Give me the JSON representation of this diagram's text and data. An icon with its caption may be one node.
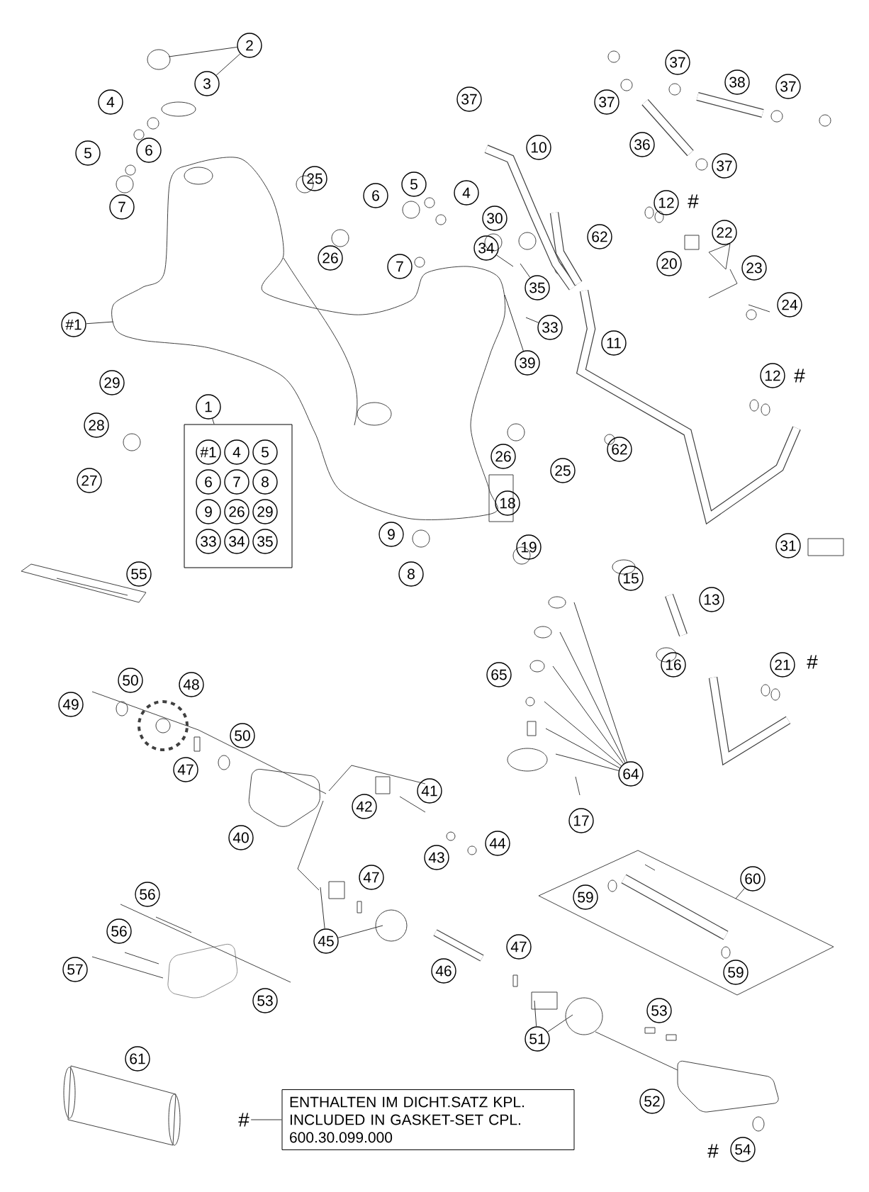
{
  "diagram": {
    "nodes": [
      {
        "text": [
          "2"
        ]
      },
      {
        "text": [
          "#1"
        ]
      },
      {
        "text": [
          "1"
        ]
      },
      {
        "text": [
          "#1",
          "4",
          "5",
          "6",
          "7",
          "8",
          "9",
          "26",
          "29",
          "33",
          "34",
          "35"
        ]
      },
      {
        "text": [
          "34"
        ]
      },
      {
        "text": [
          "35"
        ]
      },
      {
        "text": [
          "33"
        ]
      },
      {
        "text": [
          "39"
        ]
      },
      {
        "text": [
          "64"
        ]
      },
      {
        "text": [
          "45"
        ]
      },
      {
        "text": [
          "51"
        ]
      },
      {
        "text": [
          "60"
        ]
      },
      {
        "text": [],
        "shape": "box"
      },
      {
        "text": [
          "#"
        ]
      },
      {
        "text": [
          "ENTHALTEN IM DICHT.SATZ KPL. INCLUDED IN GASKET-SET CPL. 600.30.099.000"
        ]
      },
      {
        "text": [
          "3"
        ]
      },
      {
        "text": [
          "4"
        ]
      },
      {
        "text": [
          "5"
        ]
      },
      {
        "text": [
          "6"
        ]
      },
      {
        "text": [
          "7"
        ]
      },
      {
        "text": [
          "37"
        ]
      },
      {
        "text": [
          "10"
        ]
      },
      {
        "text": [
          "37"
        ]
      },
      {
        "text": [
          "37"
        ]
      },
      {
        "text": [
          "38"
        ]
      },
      {
        "text": [
          "37"
        ]
      },
      {
        "text": [
          "36"
        ]
      },
      {
        "text": [
          "37"
        ]
      },
      {
        "text": [
          "25"
        ]
      },
      {
        "text": [
          "6"
        ]
      },
      {
        "text": [
          "5"
        ]
      },
      {
        "text": [
          "4"
        ]
      },
      {
        "text": [
          "30"
        ]
      },
      {
        "text": [
          "26"
        ]
      },
      {
        "text": [
          "7"
        ]
      },
      {
        "text": [
          "12"
        ],
        "beside": [
          "#"
        ]
      },
      {
        "text": [
          "22"
        ]
      },
      {
        "text": [
          "20"
        ]
      },
      {
        "text": [
          "23"
        ]
      },
      {
        "text": [
          "62"
        ]
      },
      {
        "text": [
          "24"
        ]
      },
      {
        "text": [
          "29"
        ]
      },
      {
        "text": [
          "11"
        ]
      },
      {
        "text": [
          "12"
        ],
        "beside": [
          "#"
        ]
      },
      {
        "text": [
          "28"
        ]
      },
      {
        "text": [
          "27"
        ]
      },
      {
        "text": [
          "26"
        ]
      },
      {
        "text": [
          "25"
        ]
      },
      {
        "text": [
          "62"
        ]
      },
      {
        "text": [
          "18"
        ]
      },
      {
        "text": [
          "9"
        ]
      },
      {
        "text": [
          "8"
        ]
      },
      {
        "text": [
          "19"
        ]
      },
      {
        "text": [
          "31"
        ]
      },
      {
        "text": [
          "55"
        ]
      },
      {
        "text": [
          "15"
        ]
      },
      {
        "text": [
          "13"
        ]
      },
      {
        "text": [
          "16"
        ]
      },
      {
        "text": [
          "65"
        ]
      },
      {
        "text": [
          "21"
        ],
        "beside": [
          "#"
        ]
      },
      {
        "text": [
          "49"
        ]
      },
      {
        "text": [
          "50"
        ]
      },
      {
        "text": [
          "48"
        ]
      },
      {
        "text": [
          "50"
        ]
      },
      {
        "text": [
          "47"
        ]
      },
      {
        "text": [
          "41"
        ]
      },
      {
        "text": [
          "42"
        ]
      },
      {
        "text": [
          "43"
        ]
      },
      {
        "text": [
          "44"
        ]
      },
      {
        "text": [
          "40"
        ]
      },
      {
        "text": [
          "17"
        ]
      },
      {
        "text": [
          "47"
        ]
      },
      {
        "text": [
          "46"
        ]
      },
      {
        "text": [
          "59"
        ],
        "in": 12
      },
      {
        "text": [
          "59"
        ],
        "in": 12
      },
      {
        "text": [
          "56"
        ]
      },
      {
        "text": [
          "56"
        ]
      },
      {
        "text": [
          "57"
        ]
      },
      {
        "text": [
          "53"
        ]
      },
      {
        "text": [
          "47"
        ]
      },
      {
        "text": [
          "53"
        ]
      },
      {
        "text": [
          "61"
        ]
      },
      {
        "text": [
          "52"
        ]
      },
      {
        "text": [
          "54"
        ],
        "beside": [
          "#"
        ]
      }
    ],
    "edges": [
      {
        "from": 0,
        "to": null,
        "arrow": "none"
      },
      {
        "from": 0,
        "to": 15,
        "arrow": "none"
      },
      {
        "from": 1,
        "to": null,
        "arrow": "none"
      },
      {
        "from": 2,
        "to": 3,
        "arrow": "none"
      },
      {
        "from": 4,
        "to": null,
        "arrow": "none"
      },
      {
        "from": 5,
        "to": null,
        "arrow": "none"
      },
      {
        "from": 6,
        "to": null,
        "arrow": "none"
      },
      {
        "from": 7,
        "to": null,
        "arrow": "none"
      },
      {
        "from": 8,
        "to": null,
        "arrow": "none"
      },
      {
        "from": 8,
        "to": null,
        "arrow": "none"
      },
      {
        "from": 8,
        "to": null,
        "arrow": "none"
      },
      {
        "from": 8,
        "to": null,
        "arrow": "none"
      },
      {
        "from": 8,
        "to": null,
        "arrow": "none"
      },
      {
        "from": 8,
        "to": null,
        "arrow": "none"
      },
      {
        "from": 9,
        "to": null,
        "arrow": "none"
      },
      {
        "from": 9,
        "to": null,
        "arrow": "none"
      },
      {
        "from": 10,
        "to": null,
        "arrow": "none"
      },
      {
        "from": 10,
        "to": null,
        "arrow": "none"
      },
      {
        "from": 11,
        "to": 12,
        "arrow": "none"
      },
      {
        "from": 13,
        "to": 14,
        "arrow": "none"
      }
    ]
  }
}
